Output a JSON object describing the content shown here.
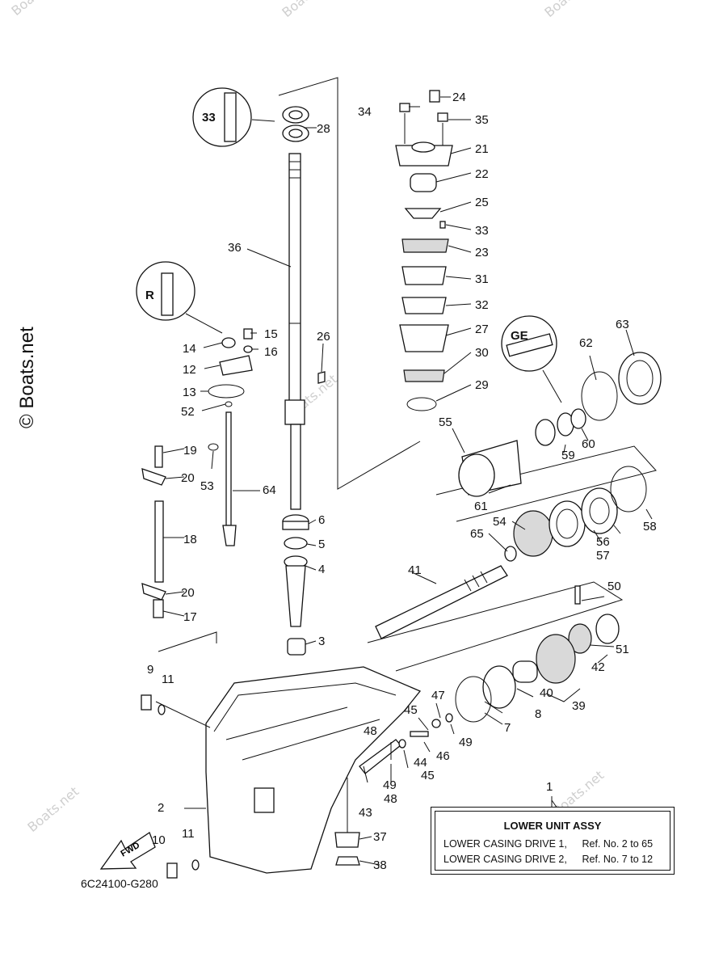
{
  "watermark": {
    "text": "Boats.net",
    "vertical_label": "© Boats.net"
  },
  "callouts": [
    "1",
    "2",
    "3",
    "4",
    "5",
    "6",
    "7",
    "8",
    "9",
    "10",
    "11",
    "11",
    "12",
    "13",
    "14",
    "15",
    "16",
    "17",
    "18",
    "19",
    "20",
    "20",
    "21",
    "22",
    "23",
    "24",
    "25",
    "26",
    "27",
    "28",
    "29",
    "30",
    "31",
    "32",
    "33",
    "34",
    "35",
    "36",
    "37",
    "38",
    "39",
    "40",
    "41",
    "42",
    "43",
    "44",
    "45",
    "45",
    "46",
    "47",
    "48",
    "48",
    "49",
    "49",
    "50",
    "51",
    "52",
    "53",
    "54",
    "55",
    "56",
    "57",
    "58",
    "59",
    "60",
    "61",
    "62",
    "63",
    "64",
    "65"
  ],
  "assy_box": {
    "title": "LOWER UNIT ASSY",
    "rows": [
      {
        "name": "LOWER CASING DRIVE 1,",
        "ref": "Ref. No. 2 to 65"
      },
      {
        "name": "LOWER CASING DRIVE 2,",
        "ref": "Ref. No. 7 to 12"
      }
    ]
  },
  "drawing_code": "6C24100-G280",
  "fwd_label": "FWD",
  "symbols": {
    "seal_symbol_a": "33",
    "seal_symbol_b": "R",
    "seal_symbol_c": "GE"
  }
}
